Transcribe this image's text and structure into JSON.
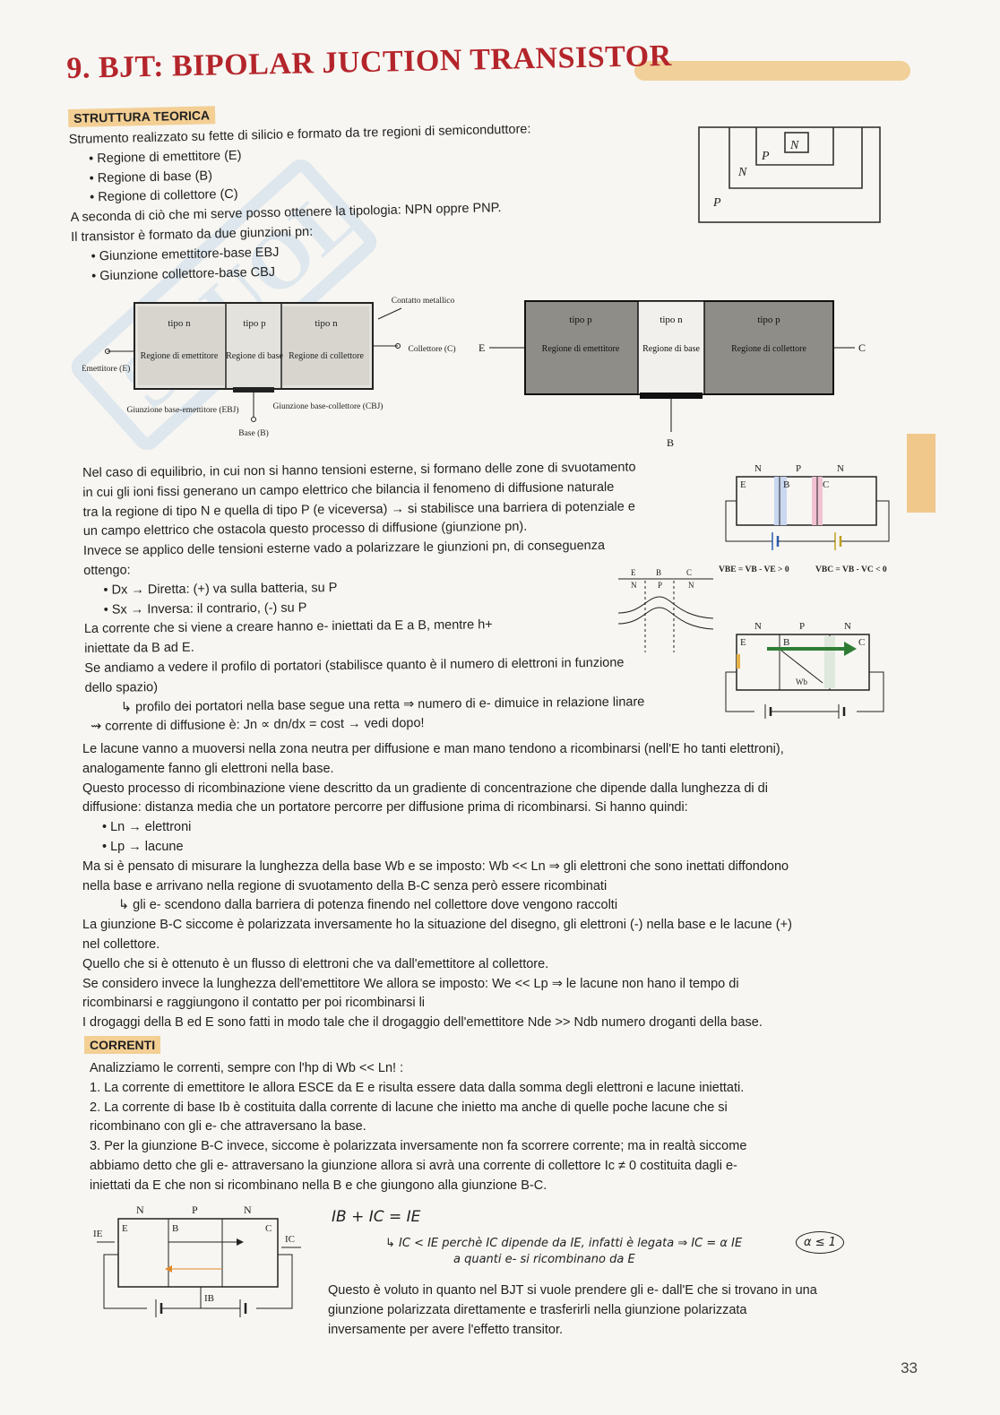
{
  "title": "9. BJT: BIPOLAR JUCTION TRANSISTOR",
  "sections": {
    "struttura": {
      "tag": "STRUTTURA TEORICA",
      "lines": [
        "Strumento realizzato su fette di silicio e formato da tre regioni di semiconduttore:",
        "• Regione di emettitore (E)",
        "• Regione di base (B)",
        "• Regione di collettore (C)",
        "A seconda di ciò che mi serve posso ottenere la tipologia: NPN oppre PNP.",
        "Il transistor è formato da due giunzioni pn:",
        "• Giunzione emettitore-base EBJ",
        "• Giunzione collettore-base CBJ"
      ]
    },
    "equilibrio": {
      "lines": [
        "Nel caso di equilibrio, in cui non si hanno tensioni esterne, si formano delle zone di svuotamento",
        "in cui gli ioni fissi generano un campo elettrico che bilancia il fenomeno di diffusione naturale",
        "tra la regione di tipo N e quella di tipo P (e viceversa) → si stabilisce una barriera di potenziale e",
        "un campo elettrico che ostacola questo processo di diffusione (giunzione pn).",
        "Invece se applico delle tensioni esterne vado a polarizzare le giunzioni pn, di conseguenza",
        "ottengo:",
        "• Dx → Diretta: (+) va sulla batteria, su P",
        "• Sx → Inversa: il contrario, (-) su P",
        "La corrente che si viene a creare hanno e- iniettati da E a B, mentre h+",
        "iniettate da B ad E.",
        "Se andiamo a vedere il profilo di portatori (stabilisce quanto è il numero di elettroni in funzione",
        "dello spazio)",
        "↳ profilo dei portatori nella base segue una retta ⇒ numero di e- dimuice in relazione linare",
        "⇝ corrente di diffusione è: Jn ∝ dn/dx = cost → vedi dopo!"
      ],
      "full_lines": [
        "Le lacune vanno a muoversi nella zona neutra per diffusione e man mano tendono a ricombinarsi (nell'E ho tanti elettroni),",
        "analogamente fanno gli elettroni nella base.",
        "Questo processo di ricombinazione viene descritto da un gradiente di concentrazione che dipende dalla lunghezza di di",
        "diffusione: distanza media che un portatore percorre per diffusione prima di ricombinarsi. Si hanno quindi:",
        "• Ln → elettroni",
        "• Lp → lacune",
        "Ma si è pensato di misurare la lunghezza della base Wb e se imposto: Wb << Ln ⇒ gli elettroni che sono inettati diffondono",
        "nella base e arrivano nella regione di svuotamento della B-C senza però essere ricombinati",
        "↳ gli e- scendono dalla barriera di potenza finendo nel collettore dove vengono raccolti",
        "La giunzione B-C siccome è polarizzata inversamente ho la situazione del disegno, gli elettroni (-) nella base e le lacune (+)",
        "nel collettore.",
        "Quello che si è ottenuto è un flusso di elettroni che va dall'emettitore al collettore.",
        "Se considero invece la lunghezza dell'emettitore We allora se imposto: We << Lp ⇒ le lacune non hano il tempo di",
        "ricombinarsi e raggiungono il contatto per poi ricombinarsi li",
        "I drogaggi della B ed E sono fatti in modo tale che il drogaggio dell'emettitore Nde >> Ndb numero droganti della base."
      ]
    },
    "correnti": {
      "tag": "CORRENTI",
      "lines": [
        "Analizziamo le correnti, sempre con l'hp di Wb << Ln! :",
        "1. La corrente di emettitore Ie allora ESCE da E e risulta essere data dalla somma degli elettroni e lacune iniettati.",
        "2. La corrente di base Ib è costituita dalla corrente di lacune che inietto ma anche di quelle poche lacune che si",
        "ricombinano con gli e- che attraversano la base.",
        "3. Per la giunzione B-C invece, siccome è polarizzata inversamente non fa scorrere corrente; ma in realtà siccome",
        "abbiamo detto che gli e- attraversano la giunzione allora si avrà una corrente di collettore Ic ≠ 0 costituita dagli e-",
        "iniettati da E che non si ricombinano nella B e che giungono alla giunzione B-C."
      ],
      "equation": "IB + IC = IE",
      "note1": "↳ IC < IE perchè IC dipende da IE, infatti è legata ⇒ IC = α IE",
      "note2": "a quanti e- si ricombinano da E",
      "alpha": "α ≤ 1",
      "closing": [
        "Questo è voluto in quanto nel BJT si vuole prendere gli e- dall'E che si trovano in una",
        "giunzione polarizzata direttamente e trasferirli nella giunzione polarizzata",
        "inversamente per avere l'effetto transitor."
      ]
    }
  },
  "diagrams": {
    "npn_small": {
      "labels": [
        "P",
        "N",
        "P",
        "N"
      ]
    },
    "fig1": {
      "top_label": "Contatto metallico",
      "regions": [
        {
          "type": "tipo n",
          "name": "Regione di emettitore"
        },
        {
          "type": "tipo p",
          "name": "Regione di base"
        },
        {
          "type": "tipo n",
          "name": "Regione di collettore"
        }
      ],
      "left_label": "Emettitore (E)",
      "right_label": "Collettore (C)",
      "bottom_labels": [
        "Giunzione base-emettitore (EBJ)",
        "Base (B)",
        "Giunzione base-collettore (CBJ)"
      ]
    },
    "fig2": {
      "regions": [
        {
          "type": "tipo p",
          "name": "Regione di emettitore"
        },
        {
          "type": "tipo n",
          "name": "Regione di base"
        },
        {
          "type": "tipo p",
          "name": "Regione di collettore"
        }
      ],
      "left": "E",
      "right": "C",
      "bottom": "B"
    },
    "bias": {
      "top": [
        "N",
        "P",
        "N"
      ],
      "inner": [
        "E",
        "B",
        "C"
      ],
      "formula_left": "VBE = VB - VE > 0",
      "formula_right": "VBC = VB - VC < 0"
    },
    "band": {
      "top": [
        "E",
        "B",
        "C"
      ],
      "types": [
        "N",
        "P",
        "N"
      ]
    },
    "flow": {
      "top": [
        "N",
        "P",
        "N"
      ],
      "inner": [
        "E",
        "B",
        "C"
      ],
      "wb": "Wb"
    },
    "currents": {
      "top": [
        "N",
        "P",
        "N"
      ],
      "inner": [
        "E",
        "B",
        "C"
      ],
      "ie": "IE",
      "ic": "IC",
      "ib": "IB"
    }
  },
  "page_number": "33",
  "colors": {
    "title": "#b4252b",
    "highlight": "#f3cf94",
    "accent_green": "#2f7d35"
  }
}
